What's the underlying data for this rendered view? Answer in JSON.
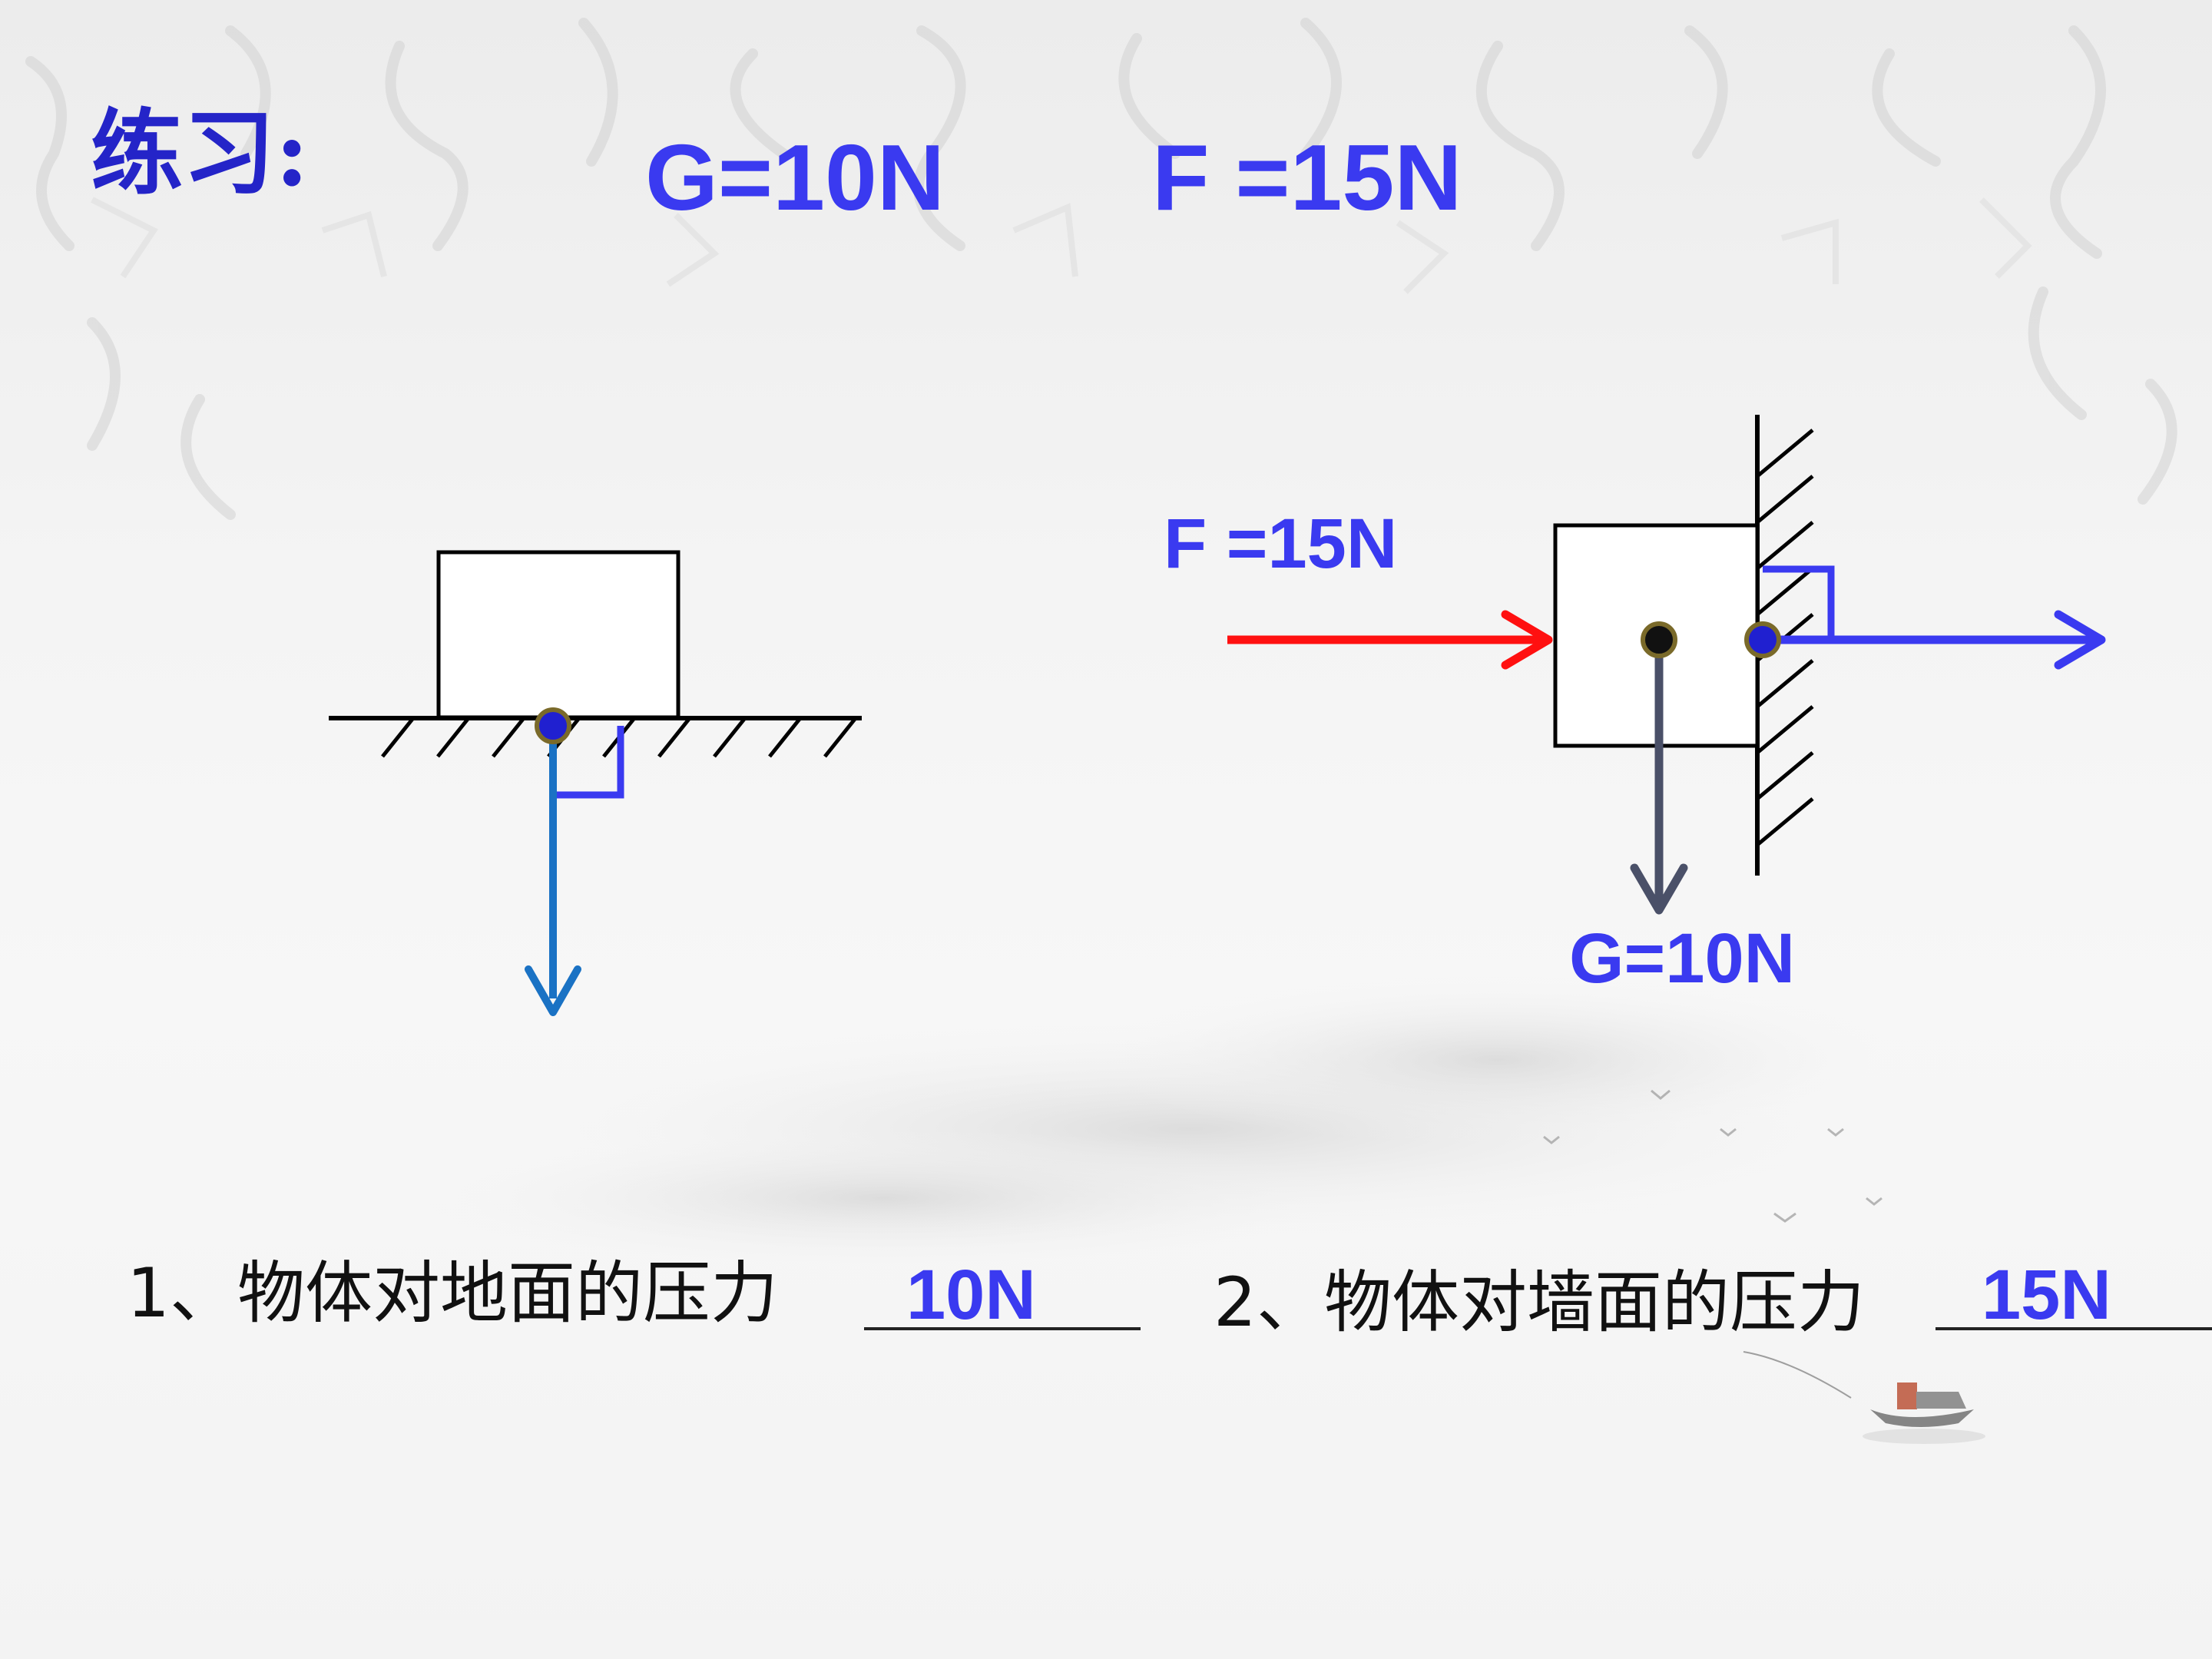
{
  "title": "练习:",
  "given": {
    "gravity": "G=10N",
    "force": "F =15N"
  },
  "diagram_right": {
    "force_label": "F =15N",
    "gravity_label": "G=10N"
  },
  "questions": [
    {
      "prompt": "1、物体对地面的压力",
      "answer": "10N"
    },
    {
      "prompt": "2、物体对墙面的压力",
      "answer": "15N"
    }
  ],
  "colors": {
    "label_blue": "#3a3af0",
    "title_blue": "#2424c8",
    "applied_force_red": "#ff1010",
    "pressure_arrow_blue": "#1a72c4",
    "wall_pressure_blue": "#3a3af0",
    "gravity_arrow_gray": "#4a5068"
  }
}
